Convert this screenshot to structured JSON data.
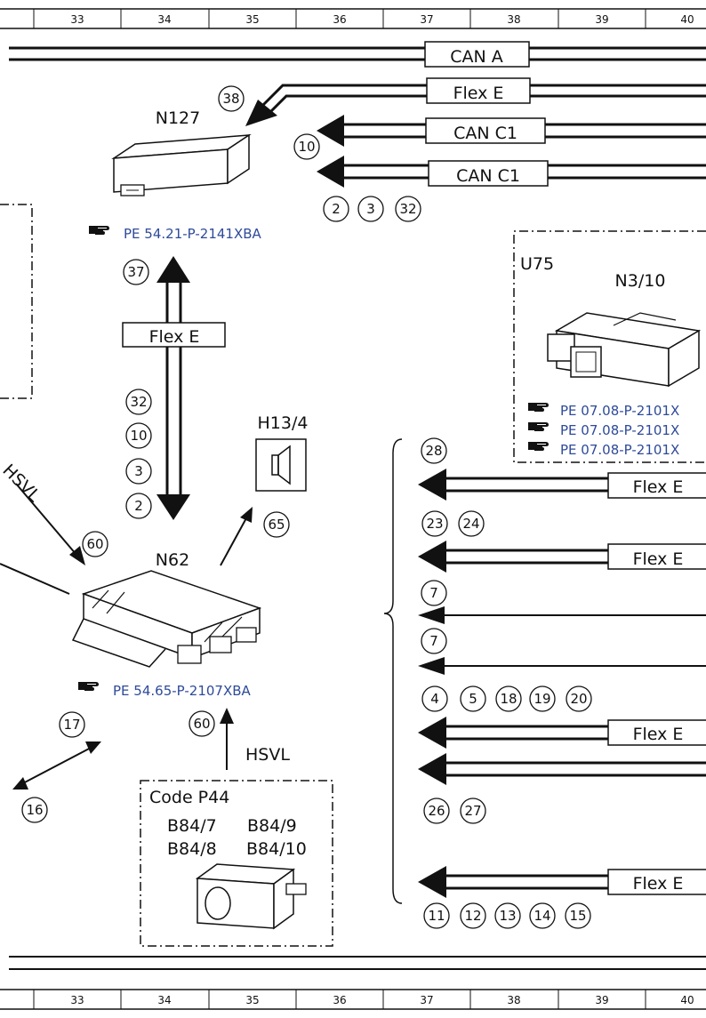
{
  "ruler": {
    "columns": [
      "33",
      "34",
      "35",
      "36",
      "37",
      "38",
      "39",
      "40"
    ]
  },
  "buses": {
    "can_a": "CAN A",
    "flex_e_top": "Flex E",
    "can_c1_1": "CAN C1",
    "can_c1_2": "CAN C1",
    "flex_e_vertical": "Flex E",
    "flex_e_r1": "Flex E",
    "flex_e_r2": "Flex E",
    "flex_e_r3": "Flex E",
    "flex_e_r4": "Flex E"
  },
  "components": {
    "n127": {
      "label": "N127",
      "ref": "PE 54.21-P-2141XBA"
    },
    "n62": {
      "label": "N62",
      "ref": "PE 54.65-P-2107XBA"
    },
    "h13_4": {
      "label": "H13/4"
    },
    "u75": {
      "label": "U75",
      "n3_10": "N3/10",
      "refs": [
        "PE 07.08-P-2101X",
        "PE 07.08-P-2101X",
        "PE 07.08-P-2101X"
      ]
    },
    "code_p44": {
      "title": "Code P44",
      "items": [
        "B84/7",
        "B84/9",
        "B84/8",
        "B84/10"
      ]
    }
  },
  "signals": {
    "hsvl_left": "HSVL",
    "hsvl_bottom": "HSVL"
  },
  "markers": {
    "m38": "38",
    "m10a": "10",
    "m2a": "2",
    "m3a": "3",
    "m32a": "32",
    "m37": "37",
    "m32b": "32",
    "m10b": "10",
    "m3b": "3",
    "m2b": "2",
    "m60a": "60",
    "m65": "65",
    "m17": "17",
    "m16": "16",
    "m60b": "60",
    "m28": "28",
    "m23": "23",
    "m24": "24",
    "m7a": "7",
    "m7b": "7",
    "m4": "4",
    "m5": "5",
    "m18": "18",
    "m19": "19",
    "m20": "20",
    "m26": "26",
    "m27": "27",
    "m11": "11",
    "m12": "12",
    "m13": "13",
    "m14": "14",
    "m15": "15"
  }
}
